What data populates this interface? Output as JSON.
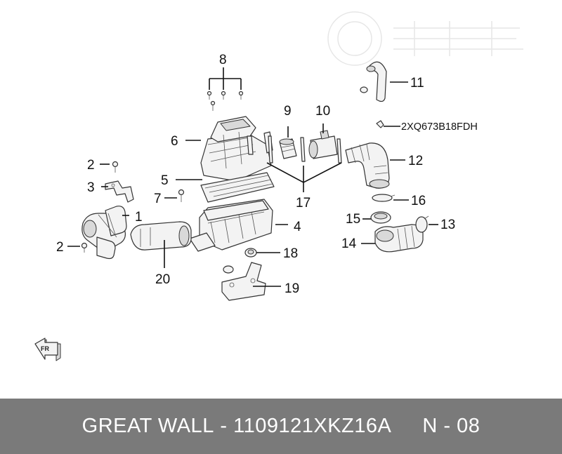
{
  "diagram": {
    "callouts": [
      {
        "id": "1",
        "text": "1"
      },
      {
        "id": "2a",
        "text": "2"
      },
      {
        "id": "2b",
        "text": "2"
      },
      {
        "id": "3",
        "text": "3"
      },
      {
        "id": "4",
        "text": "4"
      },
      {
        "id": "5",
        "text": "5"
      },
      {
        "id": "6",
        "text": "6"
      },
      {
        "id": "7",
        "text": "7"
      },
      {
        "id": "8",
        "text": "8"
      },
      {
        "id": "9",
        "text": "9"
      },
      {
        "id": "10",
        "text": "10"
      },
      {
        "id": "11",
        "text": "11"
      },
      {
        "id": "12",
        "text": "12"
      },
      {
        "id": "13",
        "text": "13"
      },
      {
        "id": "14",
        "text": "14"
      },
      {
        "id": "15",
        "text": "15"
      },
      {
        "id": "16",
        "text": "16"
      },
      {
        "id": "17",
        "text": "17"
      },
      {
        "id": "18",
        "text": "18"
      },
      {
        "id": "19",
        "text": "19"
      },
      {
        "id": "20",
        "text": "20"
      }
    ],
    "part_code": "2XQ673B18FDH",
    "direction_label": "FR"
  },
  "footer": {
    "brand": "GREAT WALL",
    "separator": "-",
    "part_number": "1109121XKZ16A",
    "page_code": "N - 08"
  }
}
